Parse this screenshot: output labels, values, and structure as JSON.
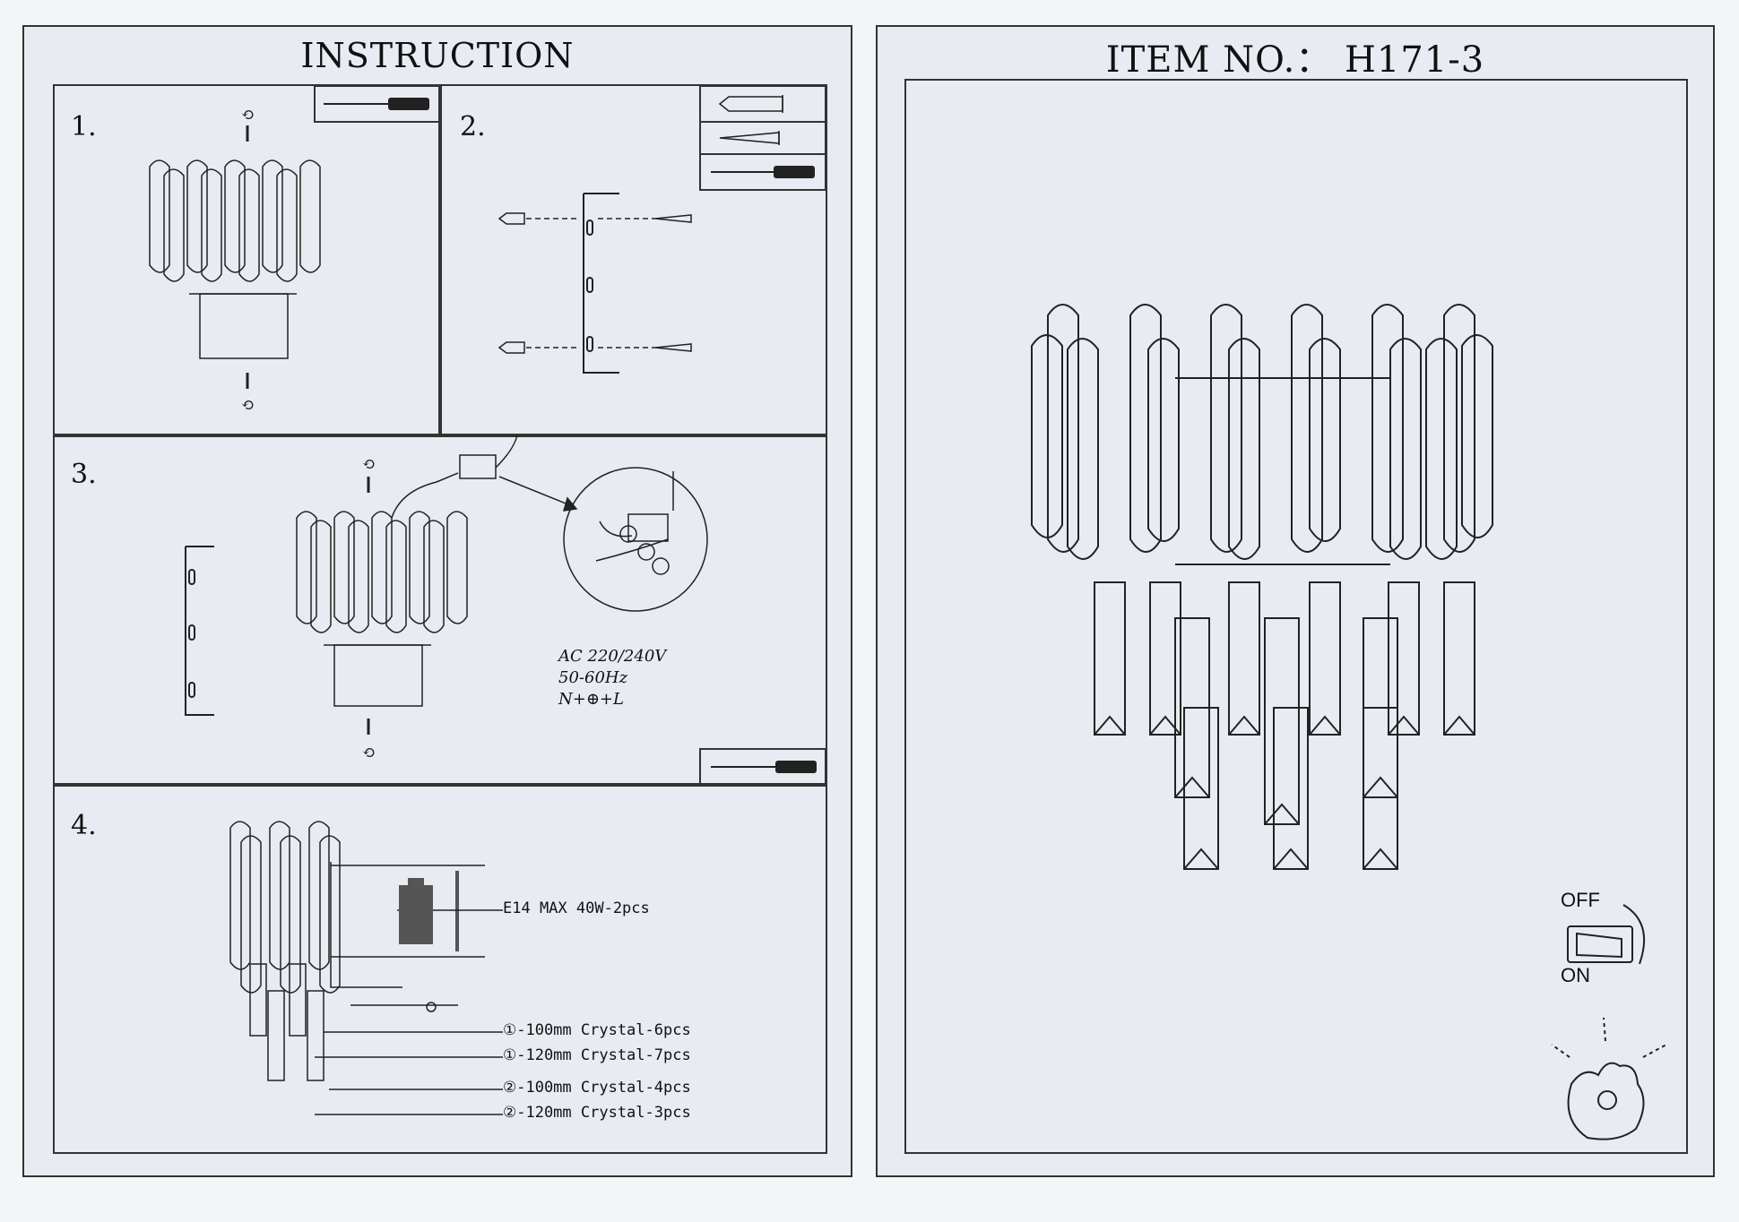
{
  "left_sheet": {
    "title": "INSTRUCTION",
    "steps": [
      "1.",
      "2.",
      "3.",
      "4."
    ],
    "electrical": {
      "voltage": "AC 220/240V",
      "frequency": "50-60Hz",
      "wiring": "N+⊕+L"
    },
    "bulb_spec": "E14 MAX 40W-2pcs",
    "parts_list": [
      "①-100mm Crystal-6pcs",
      "①-120mm Crystal-7pcs",
      "②-100mm Crystal-4pcs",
      "②-120mm Crystal-3pcs"
    ],
    "tool_icons": [
      "screwdriver-icon",
      "wall-plug-icon",
      "screw-icon"
    ]
  },
  "right_sheet": {
    "title": "ITEM NO.： H171-3",
    "switch": {
      "off_label": "OFF",
      "on_label": "ON"
    },
    "icons": [
      "wall-lamp-drawing",
      "rocker-switch-icon",
      "ok-hand-icon"
    ]
  }
}
